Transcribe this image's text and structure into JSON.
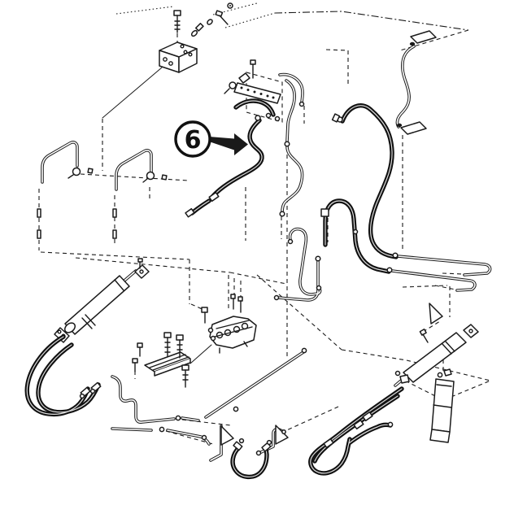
{
  "figure": {
    "background": "#ffffff",
    "line_color": "#1a1a1a",
    "callout": {
      "label": "6"
    },
    "components": [
      "port-block",
      "manifold-assembly",
      "pennant-tube-right",
      "hydraulic-hose-upper-loop",
      "hydraulic-hose-lower-loop",
      "part-6-hose",
      "steel-lines-left",
      "left-lift-cylinder",
      "left-cylinder-hoses",
      "zigzag-steel-tubes",
      "valve-mounting-plate",
      "control-valve",
      "right-tilt-cylinder",
      "right-cylinder-hoses",
      "stabilizer-cylinder",
      "bottom-u-hose",
      "pennant-brackets-bottom",
      "frame-reference-outline"
    ]
  }
}
